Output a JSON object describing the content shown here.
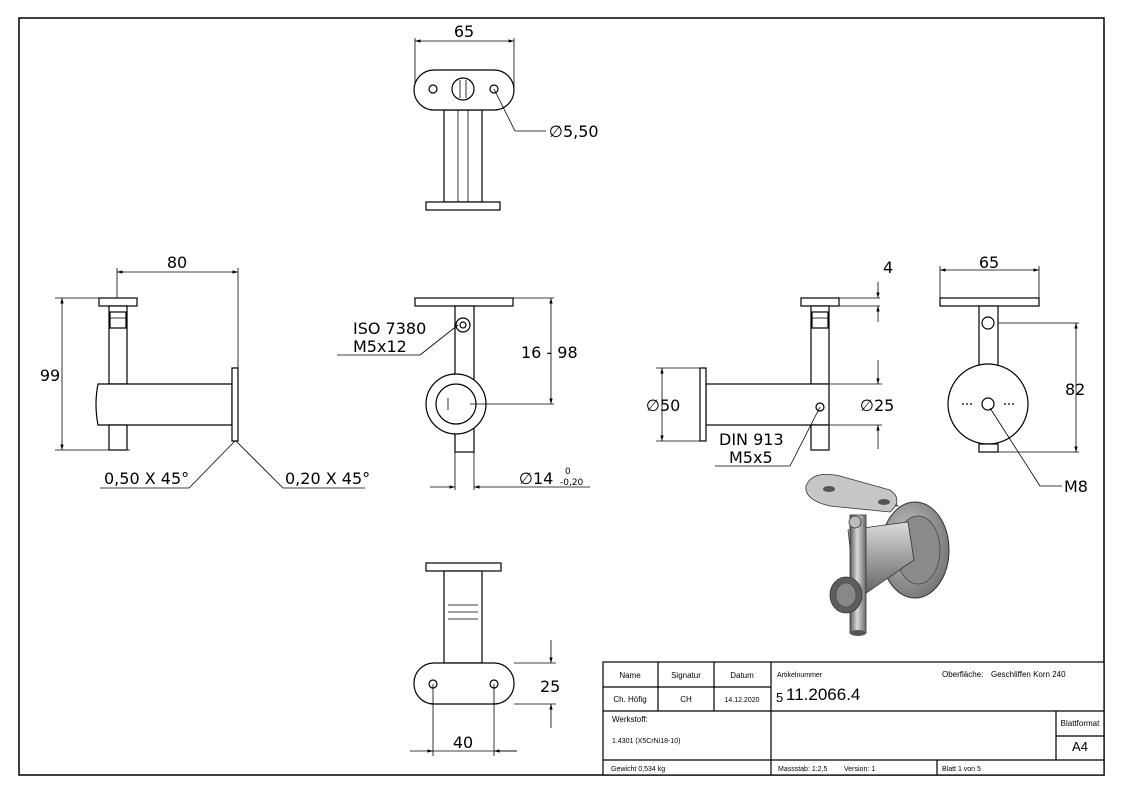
{
  "dimensions": {
    "top_width": "65",
    "hole_dia": "∅5,50",
    "side_width": "80",
    "side_height": "99",
    "chamfer_left": "0,50 X 45°",
    "chamfer_right": "0,20 X 45°",
    "screw_label_1": "ISO 7380",
    "screw_label_2": "M5x12",
    "adjust_range": "16 - 98",
    "pin_dia": "∅14",
    "pin_tol_upper": "0",
    "pin_tol_lower": "-0,20",
    "plate_thickness": "4",
    "tube_dia_left": "∅50",
    "tube_dia_right": "∅25",
    "setscrew_label_1": "DIN 913",
    "setscrew_label_2": "M5x5",
    "right_width": "65",
    "right_height": "82",
    "thread": "M8",
    "bottom_height": "25",
    "bottom_hole_spacing": "40"
  },
  "title_block": {
    "col_name": "Name",
    "col_signatur": "Signatur",
    "col_datum": "Datum",
    "name_value": "Ch. Höfig",
    "signatur_value": "CH",
    "datum_value": "14.12.2020",
    "artikel_label": "Artikelnummer",
    "artikel_prefix": "5",
    "artikel_number": "11.2066.4",
    "oberflaeche_label": "Oberfläche:",
    "oberflaeche_value": "Geschliffen Korn 240",
    "werkstoff_label": "Werkstoff:",
    "werkstoff_value": "1.4301 (X5CrNi18-10)",
    "blattformat_label": "Blattformat",
    "blattformat_value": "A4",
    "gewicht": "Gewicht 0,534 kg",
    "massstab": "Massstab: 1:2,5",
    "version": "Version: 1",
    "blatt": "Blatt 1 von 5"
  }
}
